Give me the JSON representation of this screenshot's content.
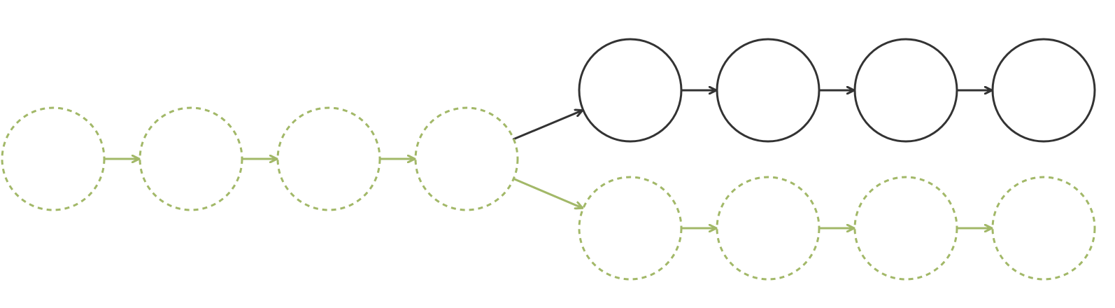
{
  "colors": {
    "background": "#ffffff",
    "branch_green": "#a2b868",
    "branch_dark": "#333333"
  },
  "diagram": {
    "style": {
      "trunk": "dashed",
      "upper_branch": "solid",
      "lower_branch": "dashed"
    },
    "trunk": {
      "color_key": "branch_green",
      "node_count": 4,
      "labels": []
    },
    "upper_branch": {
      "color_key": "branch_dark",
      "node_count": 4,
      "labels": []
    },
    "lower_branch": {
      "color_key": "branch_green",
      "node_count": 4,
      "labels": []
    },
    "arrows": [
      {
        "from": "trunk-1",
        "to": "trunk-2"
      },
      {
        "from": "trunk-2",
        "to": "trunk-3"
      },
      {
        "from": "trunk-3",
        "to": "trunk-4"
      },
      {
        "from": "trunk-4",
        "to": "upper-1"
      },
      {
        "from": "trunk-4",
        "to": "lower-1"
      },
      {
        "from": "upper-1",
        "to": "upper-2"
      },
      {
        "from": "upper-2",
        "to": "upper-3"
      },
      {
        "from": "upper-3",
        "to": "upper-4"
      },
      {
        "from": "lower-1",
        "to": "lower-2"
      },
      {
        "from": "lower-2",
        "to": "lower-3"
      },
      {
        "from": "lower-3",
        "to": "lower-4"
      }
    ]
  }
}
